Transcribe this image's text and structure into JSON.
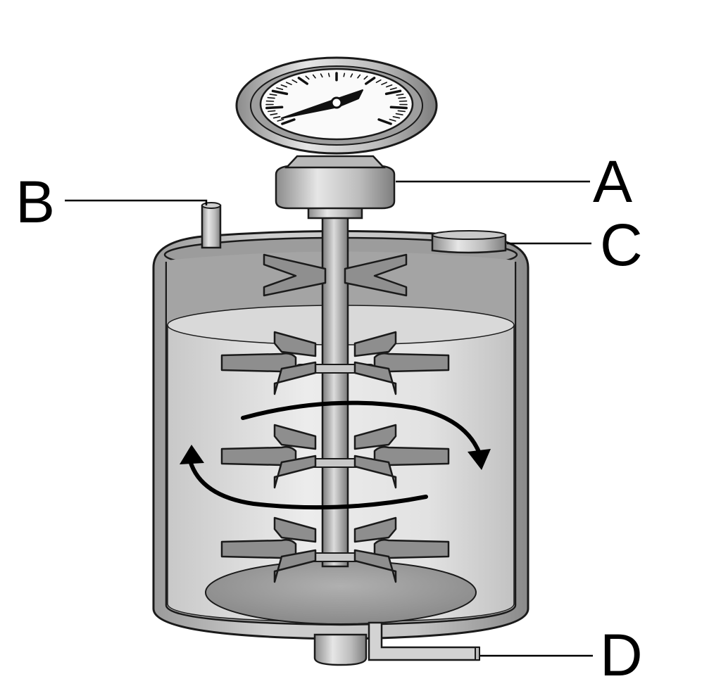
{
  "labels": {
    "a": "A",
    "b": "B",
    "c": "C",
    "d": "D"
  },
  "colors": {
    "outline": "#1a1a1a",
    "liquid": "#d6d6d6",
    "tank_metal": "#b5b5b5",
    "impeller": "#8e8e8e",
    "bottom_disc": "#9a9a9a",
    "gauge_face": "#fafafa"
  },
  "icons": {
    "gauge": "pressure-gauge-icon",
    "rotation": "rotation-arrow-icon"
  }
}
